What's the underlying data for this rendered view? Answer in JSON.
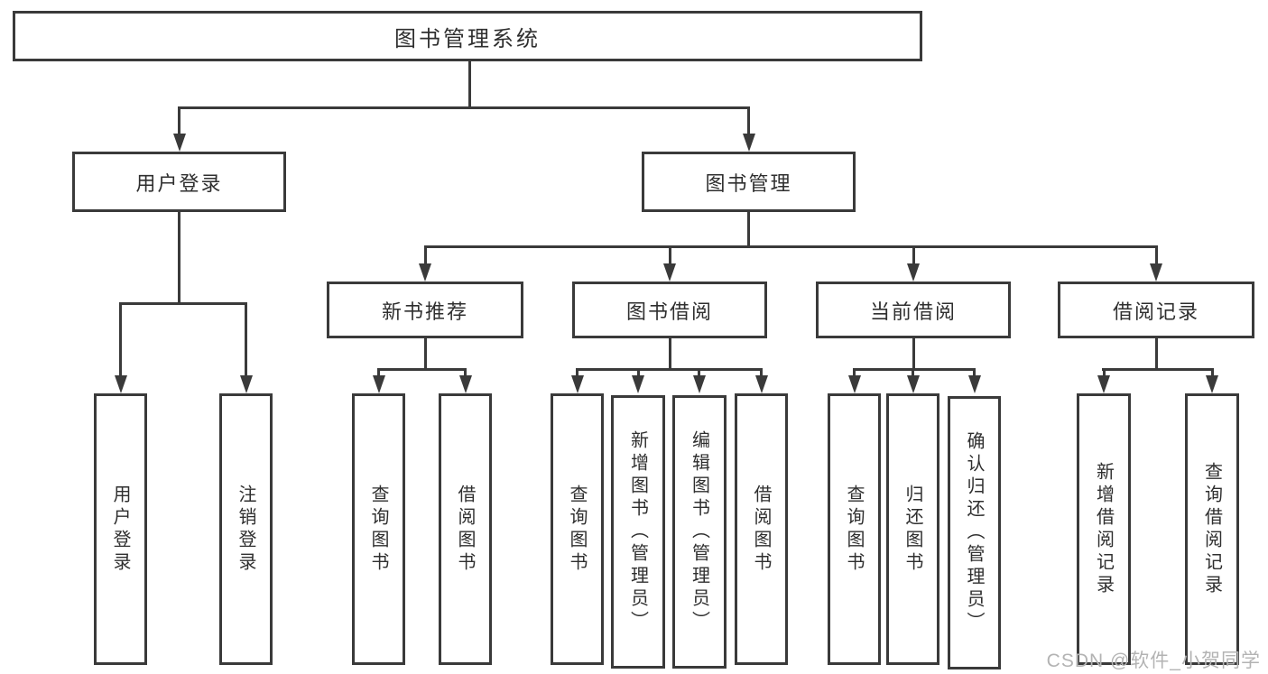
{
  "nodes": {
    "root": "图书管理系统",
    "user_login": "用户登录",
    "book_mgmt": "图书管理",
    "new_book_rec": "新书推荐",
    "book_borrow": "图书借阅",
    "current_borrow": "当前借阅",
    "borrow_records": "借阅记录",
    "ul_login": "用户登录",
    "ul_logout": "注销登录",
    "nbr_query": "查询图书",
    "nbr_borrow": "借阅图书",
    "bb_query": "查询图书",
    "bb_add": "新增图书（管理员）",
    "bb_edit": "编辑图书（管理员）",
    "bb_borrow": "借阅图书",
    "cb_query": "查询图书",
    "cb_return": "归还图书",
    "cb_confirm": "确认归还（管理员）",
    "br_add": "新增借阅记录",
    "br_query": "查询借阅记录"
  },
  "watermark": "CSDN @软件_小贺同学",
  "colors": {
    "line": "#3a3a3a",
    "text": "#2f2f2f",
    "watermark": "#b3b3b3",
    "background": "#ffffff"
  }
}
